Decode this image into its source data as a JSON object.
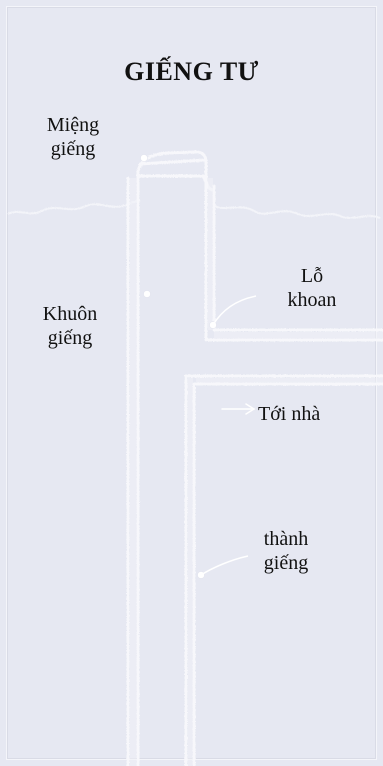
{
  "title": "GIẾNG TƯ",
  "labels": {
    "mouth": {
      "line1": "Miệng",
      "line2": "giếng"
    },
    "casing": {
      "line1": "Khuôn",
      "line2": "giếng"
    },
    "borehole": {
      "line1": "Lỗ",
      "line2": "khoan"
    },
    "to_house": "Tới nhà",
    "wall": {
      "line1": "thành",
      "line2": "giếng"
    }
  },
  "colors": {
    "background": "#e6e8f2",
    "line": "#f7f7fb",
    "text": "#111111"
  }
}
